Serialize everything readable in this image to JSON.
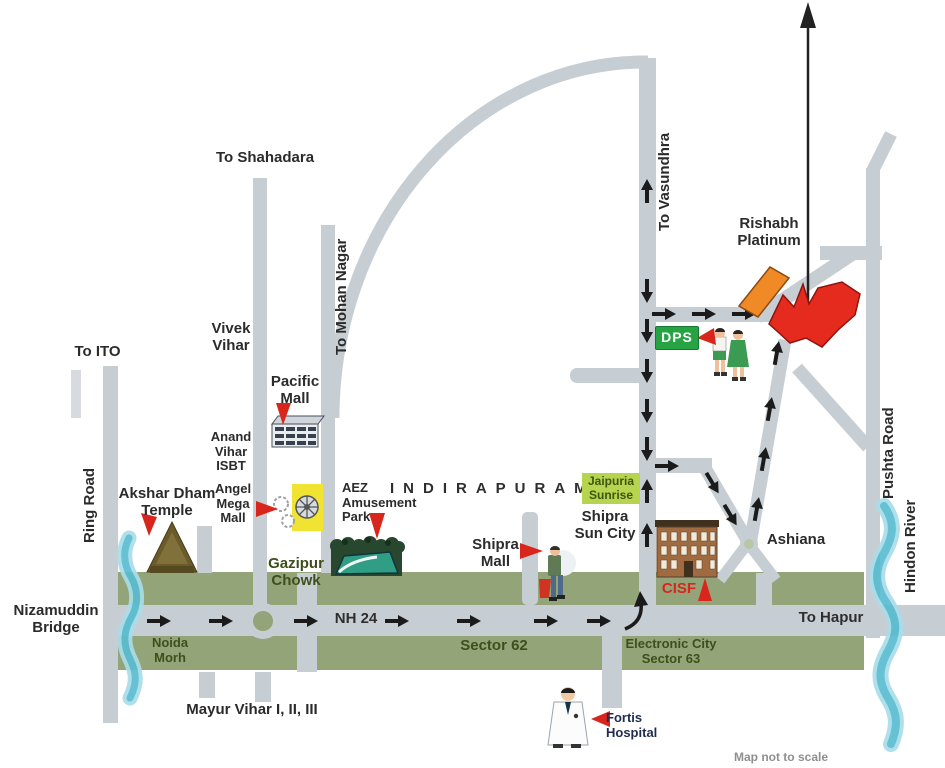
{
  "map": {
    "note": "Map not to scale",
    "colors": {
      "road": "#c6ced4",
      "band": "#93a478",
      "band-text": "#3e4f1c",
      "river-light": "#a9dde9",
      "river-deep": "#58bcd0",
      "marker-red": "#d9261c",
      "project-red": "#e42b1d",
      "project-orange": "#f08a26",
      "dps-green": "#27a344",
      "jaipuria-green": "#b7d44e",
      "ink": "#2b2b2b",
      "arrow-black": "#1b1b1b"
    },
    "roads": {
      "to_shahadara": "To Shahadara",
      "to_ito": "To ITO",
      "ring_road": "Ring Road",
      "to_mohan_nagar": "To Mohan Nagar",
      "to_vasundhra": "To Vasundhra",
      "nh24": "NH 24",
      "to_hapur": "To Hapur",
      "pushta_road": "Pushta Road"
    },
    "areas": {
      "vivek_vihar": "Vivek\nVihar",
      "anand_vihar_isbt": "Anand\nVihar\nISBT",
      "indirapuram": "INDIRAPURAM",
      "gazipur_chowk": "Gazipur\nChowk",
      "nizamuddin_bridge": "Nizamuddin\nBridge",
      "noida_morh": "Noida\nMorh",
      "mayur_vihar": "Mayur Vihar I, II, III",
      "sector_62": "Sector 62",
      "electronic_city": "Electronic City\nSector 63",
      "shipra_sun_city": "Shipra\nSun City",
      "ashiana": "Ashiana",
      "hindon_river": "Hindon River"
    },
    "landmarks": {
      "akshar_dham_temple": "Akshar Dham\nTemple",
      "pacific_mall": "Pacific\nMall",
      "angel_mega_mall": "Angel\nMega\nMall",
      "aez_park": "AEZ\nAmusement\nPark",
      "shipra_mall": "Shipra\nMall",
      "jaipuria_sunrise": "Jaipuria\nSunrise",
      "dps": "DPS",
      "cisf": "CISF",
      "fortis_hospital": "Fortis\nHospital",
      "rishabh_platinum": "Rishabh\nPlatinum"
    }
  }
}
